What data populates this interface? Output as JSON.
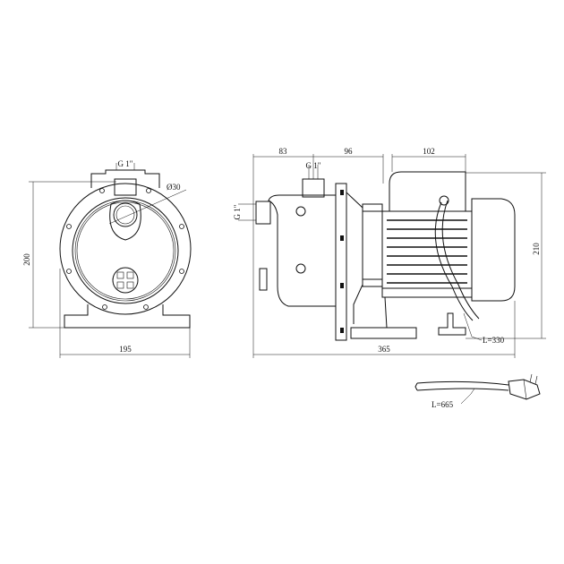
{
  "front_view": {
    "outlet_label": "G 1\"",
    "hole_label": "Ø30",
    "height_label": "200",
    "width_label": "195"
  },
  "side_view": {
    "dim_inlet_to_outlet": "83",
    "dim_outlet_to_flange": "96",
    "dim_motor_box": "102",
    "outlet_label": "G 1\"",
    "inlet_label": "G 1\"",
    "height_label": "210",
    "length_label": "365",
    "cable_label": "L=330"
  },
  "power_cord": {
    "cord_label": "L=665"
  }
}
